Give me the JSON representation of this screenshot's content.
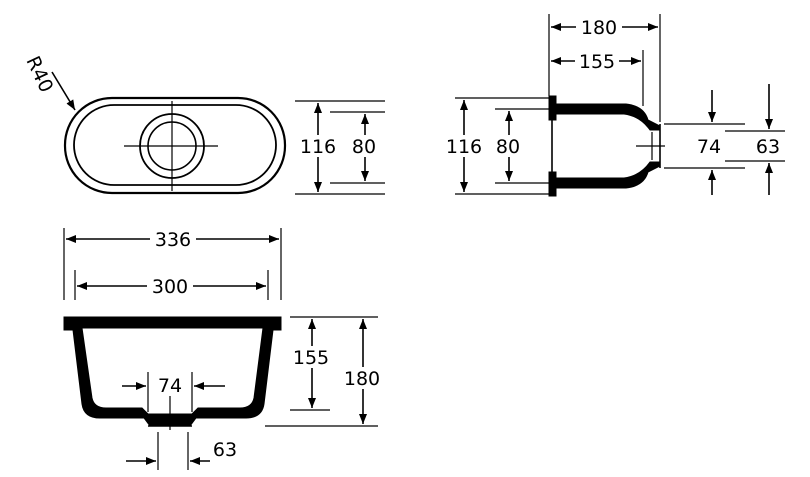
{
  "title": "",
  "colors": {
    "line": "#000000",
    "background": "#ffffff"
  },
  "plan_view": {
    "radius_label": "R40",
    "overall_depth": "116",
    "inner_depth": "80"
  },
  "side_view": {
    "overall_height": "180",
    "bowl_height": "155",
    "overall_depth": "116",
    "inner_depth": "80",
    "drain_outer": "74",
    "drain_inner": "63"
  },
  "front_view": {
    "overall_width": "336",
    "inner_width": "300",
    "bowl_height": "155",
    "overall_height": "180",
    "drain_outer": "74",
    "drain_inner": "63"
  }
}
